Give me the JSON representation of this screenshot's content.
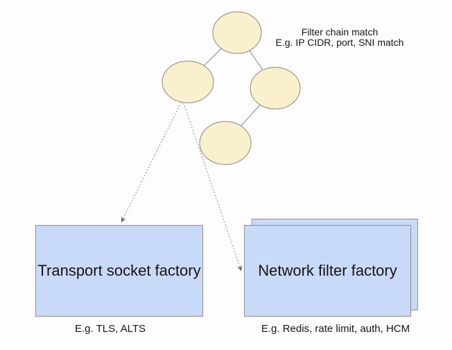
{
  "diagram": {
    "tree_annotation": {
      "line1": "Filter chain match",
      "line2": "E.g. IP CIDR, port, SNI match"
    },
    "transport_box": {
      "label": "Transport socket factory",
      "caption": "E.g. TLS, ALTS"
    },
    "network_box": {
      "label": "Network filter factory",
      "caption": "E.g. Redis, rate limit, auth, HCM"
    }
  },
  "colors": {
    "background": "#FDFDFD",
    "node_fill": "#FAF0CD",
    "node_stroke": "#848484",
    "box_fill": "#C9DAF8",
    "box_stroke": "#8E8E8E",
    "connector": "#848484",
    "dotted_arrow": "#999999",
    "text": "#141414"
  }
}
